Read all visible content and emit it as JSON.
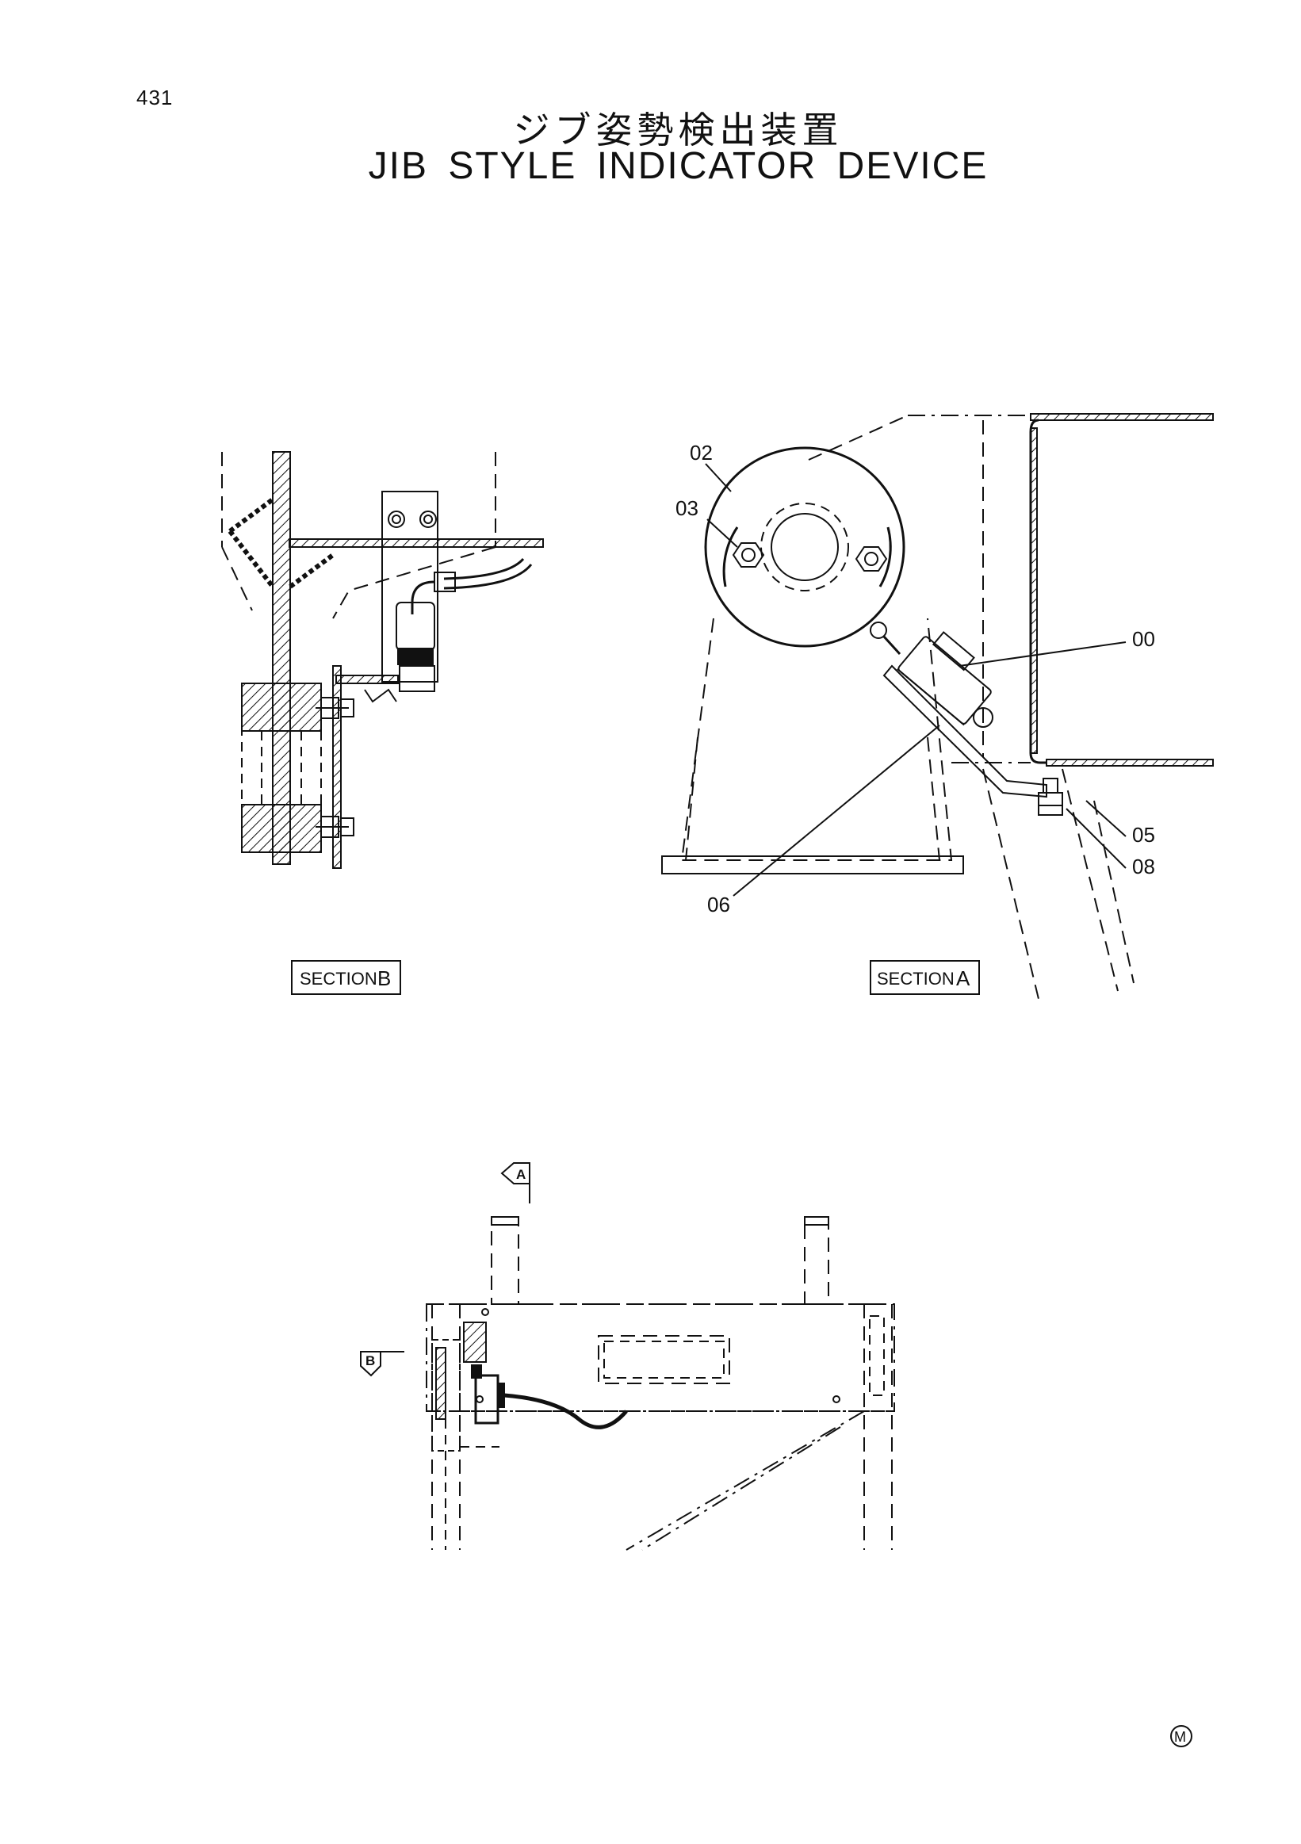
{
  "page": {
    "number": "431",
    "title_jp": "ジブ姿勢検出装置",
    "title_en": "JIB STYLE INDICATOR DEVICE"
  },
  "callouts": {
    "c02": "02",
    "c03": "03",
    "c00": "00",
    "c05": "05",
    "c08": "08",
    "c06": "06"
  },
  "sections": {
    "b_label": "SECTION",
    "b_letter": "B",
    "a_label": "SECTION",
    "a_letter": "A"
  },
  "view_arrows": {
    "a": "A",
    "b": "B"
  },
  "corner_mark": "M"
}
